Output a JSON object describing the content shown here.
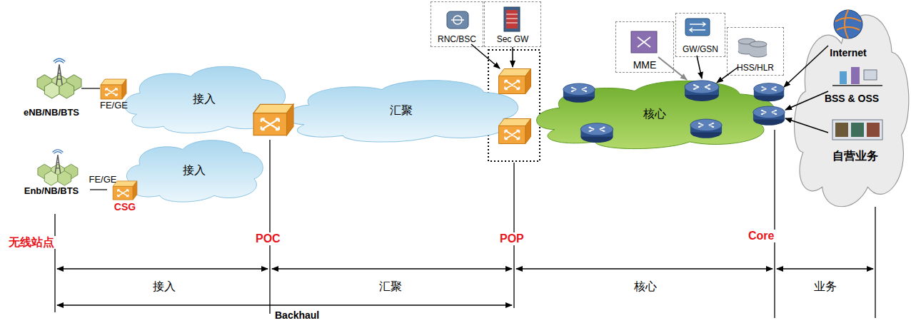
{
  "diagram": {
    "nodes": [
      {
        "text": [
          "eNB/NB/BTS"
        ]
      },
      {
        "text": [
          "接入"
        ]
      },
      {
        "text": [
          "汇聚"
        ]
      },
      {
        "text": [
          "RNC/BSC"
        ]
      },
      {
        "text": [
          "Sec GW"
        ]
      },
      {
        "text": [
          "MME"
        ]
      },
      {
        "text": [
          "GW/GSN"
        ]
      },
      {
        "text": [
          "HSS/HLR"
        ]
      },
      {
        "text": [
          "核心"
        ]
      },
      {
        "text": [
          "Internet"
        ]
      },
      {
        "text": [
          "BSS & OSS"
        ]
      },
      {
        "text": [
          "自营业务"
        ]
      },
      {
        "text": [
          "接入"
        ]
      },
      {
        "text": [
          "Enb/NB/BTS"
        ]
      },
      {
        "text": [
          "CSG"
        ]
      }
    ],
    "edges": [
      {
        "from": 13,
        "to": 14,
        "arrow": "none",
        "label": "FE/GE"
      }
    ],
    "labels": [
      "FE/GE",
      "无线站点",
      "POC",
      "POP",
      "Core",
      "接入",
      "汇聚",
      "核心",
      "业务",
      "Backhaul"
    ]
  }
}
